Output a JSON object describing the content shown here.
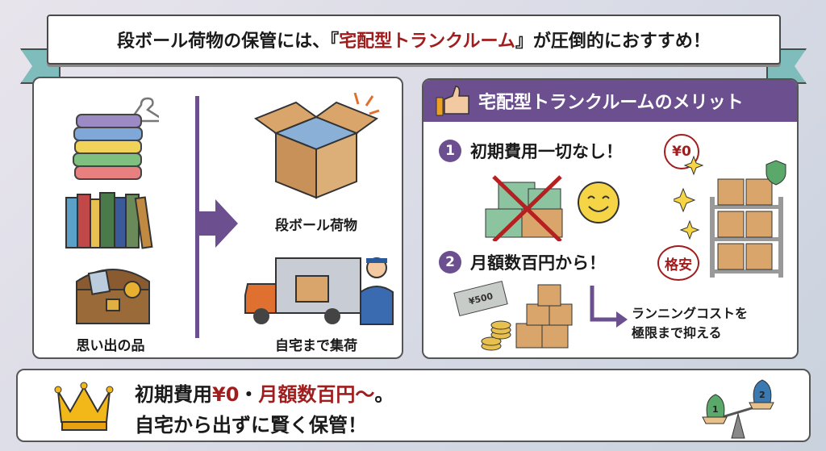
{
  "banner": {
    "title_pre": "段ボール荷物の保管には、『",
    "title_highlight": "宅配型トランクルーム",
    "title_post": "』が圧倒的におすすめ！"
  },
  "left_panel": {
    "items": [
      {
        "label": "思い出の品"
      },
      {
        "label": "段ボール荷物"
      },
      {
        "label": "自宅まで集荷"
      }
    ]
  },
  "right_panel": {
    "header": "宅配型トランクルームのメリット",
    "merits": [
      {
        "number": "1",
        "text": "初期費用一切なし！",
        "stamp": "¥0"
      },
      {
        "number": "2",
        "text": "月額数百円から！",
        "stamp": "格安"
      }
    ],
    "bill_label": "¥500",
    "note_line1": "ランニングコストを",
    "note_line2": "極限まで抑える"
  },
  "summary": {
    "line1_a": "初期費用",
    "line1_b": "¥0",
    "line1_c": "・",
    "line1_d": "月額数百円〜",
    "line1_e": "。",
    "line2": "自宅から出ずに賢く保管！",
    "scale_left": "1",
    "scale_right": "2"
  },
  "colors": {
    "accent": "#6b4f8f",
    "highlight": "#a11d1d",
    "ribbon": "#7fbcbc"
  }
}
